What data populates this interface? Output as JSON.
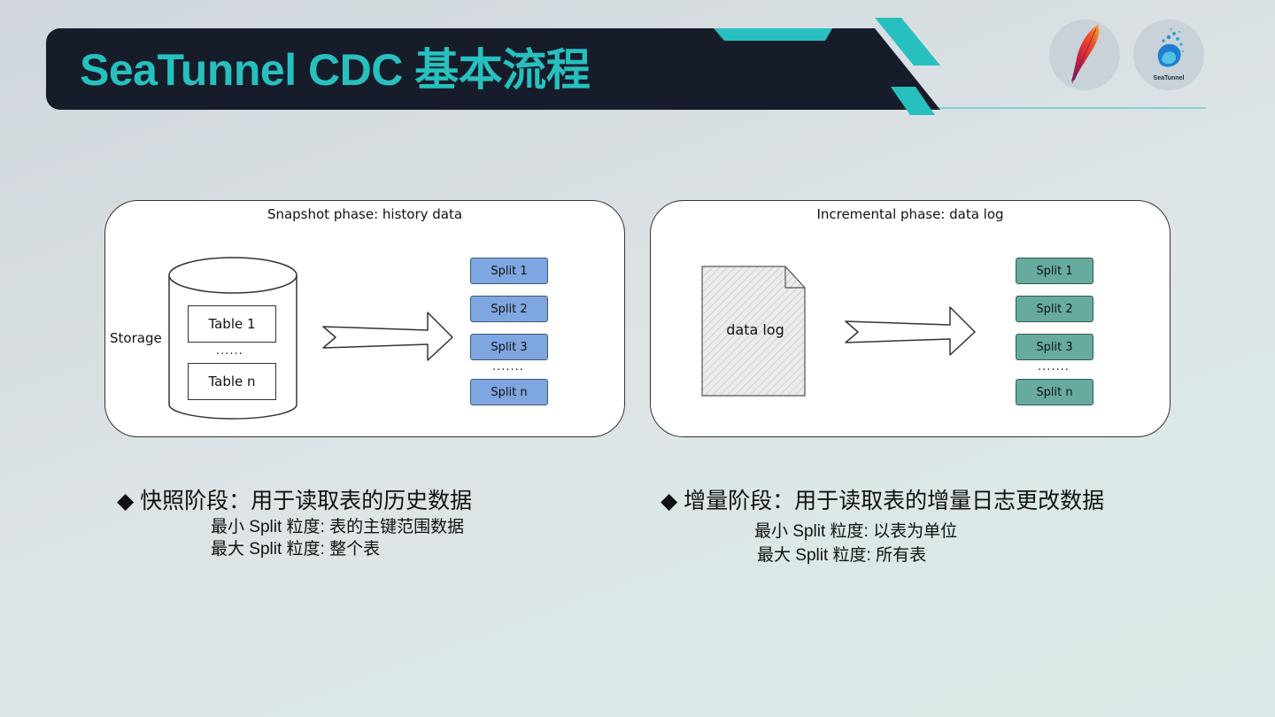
{
  "header": {
    "title": "SeaTunnel CDC 基本流程",
    "accent_color": "#27c0be",
    "bar_color": "#161c2a"
  },
  "logos": {
    "apache": {
      "icon": "apache-feather-icon"
    },
    "seatunnel": {
      "icon": "seatunnel-logo-icon",
      "label": "SeaTunnel"
    }
  },
  "snapshot_panel": {
    "title": "Snapshot phase: history data",
    "storage_label": "Storage",
    "tables": [
      "Table 1",
      "Table n"
    ],
    "tables_ellipsis": "......",
    "splits": [
      "Split 1",
      "Split 2",
      "Split 3",
      "Split n"
    ],
    "splits_ellipsis": ".......",
    "split_color": "#7ea6e0"
  },
  "incremental_panel": {
    "title": "Incremental phase: data log",
    "datalog_label": "data log",
    "splits": [
      "Split 1",
      "Split 2",
      "Split 3",
      "Split n"
    ],
    "splits_ellipsis": ".......",
    "split_color": "#67ab9f"
  },
  "notes": {
    "snapshot": {
      "heading": "◆ 快照阶段：用于读取表的历史数据",
      "min": "最小 Split 粒度: 表的主键范围数据",
      "max": "最大 Split 粒度: 整个表"
    },
    "incremental": {
      "heading": "◆ 增量阶段：用于读取表的增量日志更改数据",
      "min": "最小 Split 粒度: 以表为单位",
      "max": "最大 Split 粒度: 所有表"
    }
  }
}
